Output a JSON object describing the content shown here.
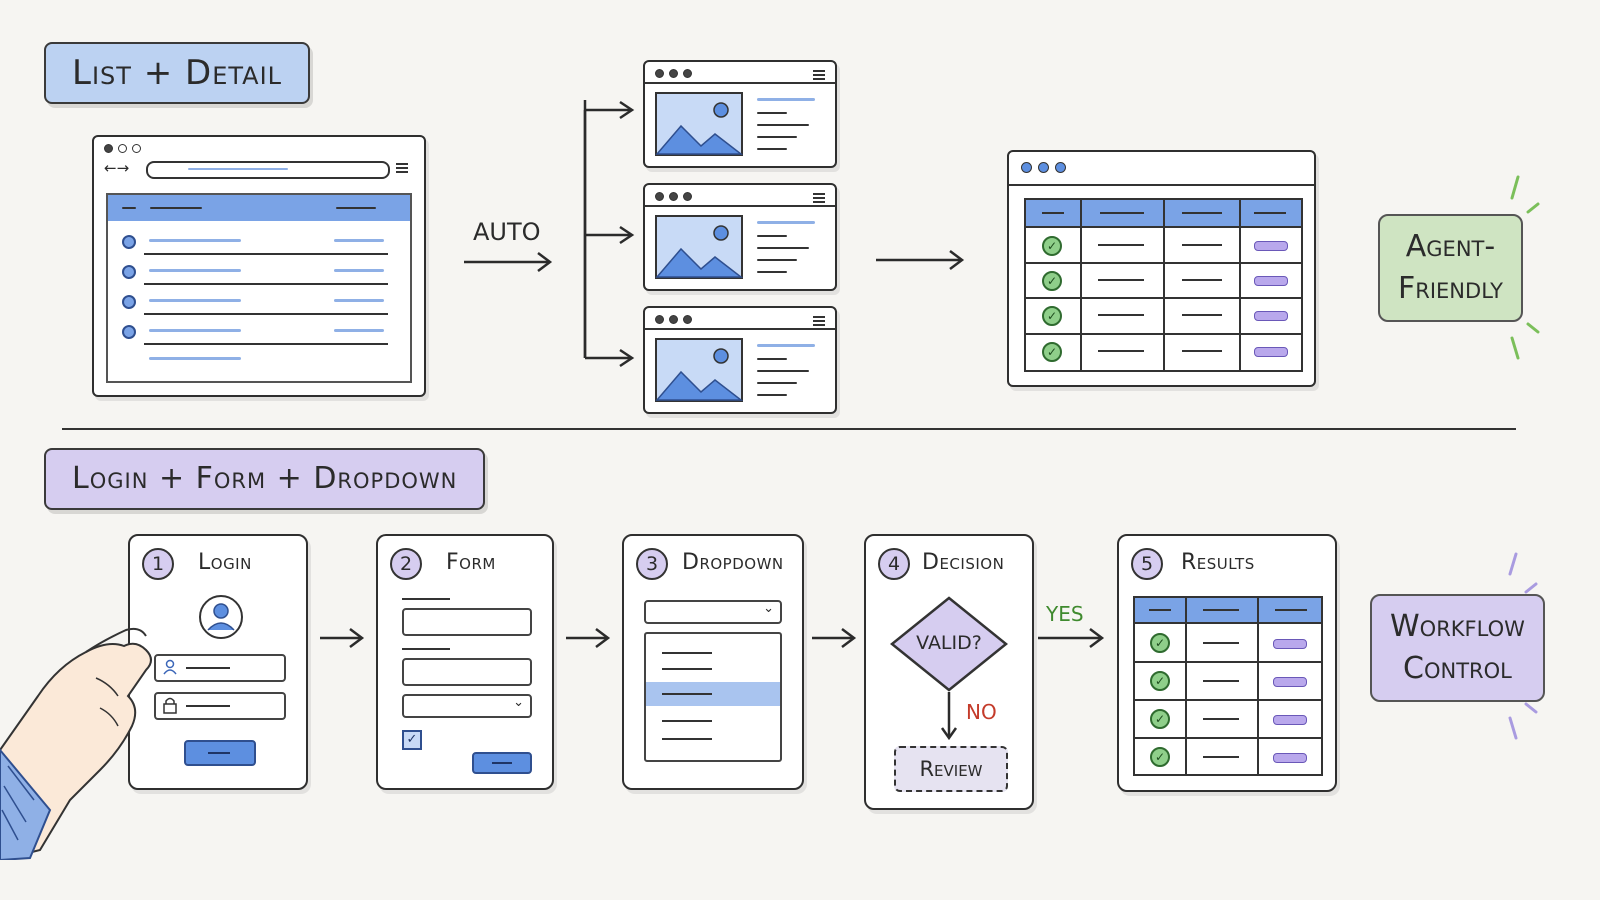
{
  "headings": {
    "top": "List + Detail",
    "bottom": "Login + Form + Dropdown"
  },
  "labels": {
    "auto": "AUTO",
    "yes": "YES",
    "no": "NO"
  },
  "badges": {
    "agent_friendly": [
      "Agent-",
      "Friendly"
    ],
    "workflow_control": [
      "Workflow",
      "Control"
    ]
  },
  "steps": [
    {
      "num": "1",
      "title": "Login"
    },
    {
      "num": "2",
      "title": "Form"
    },
    {
      "num": "3",
      "title": "Dropdown"
    },
    {
      "num": "4",
      "title": "Decision"
    },
    {
      "num": "5",
      "title": "Results"
    }
  ],
  "decision": {
    "question": "VALID?",
    "review": "Review"
  },
  "colors": {
    "blue_accent": "#5d8fe0",
    "purple_accent": "#b9a8ec",
    "green_accent": "#8fcf8a"
  }
}
